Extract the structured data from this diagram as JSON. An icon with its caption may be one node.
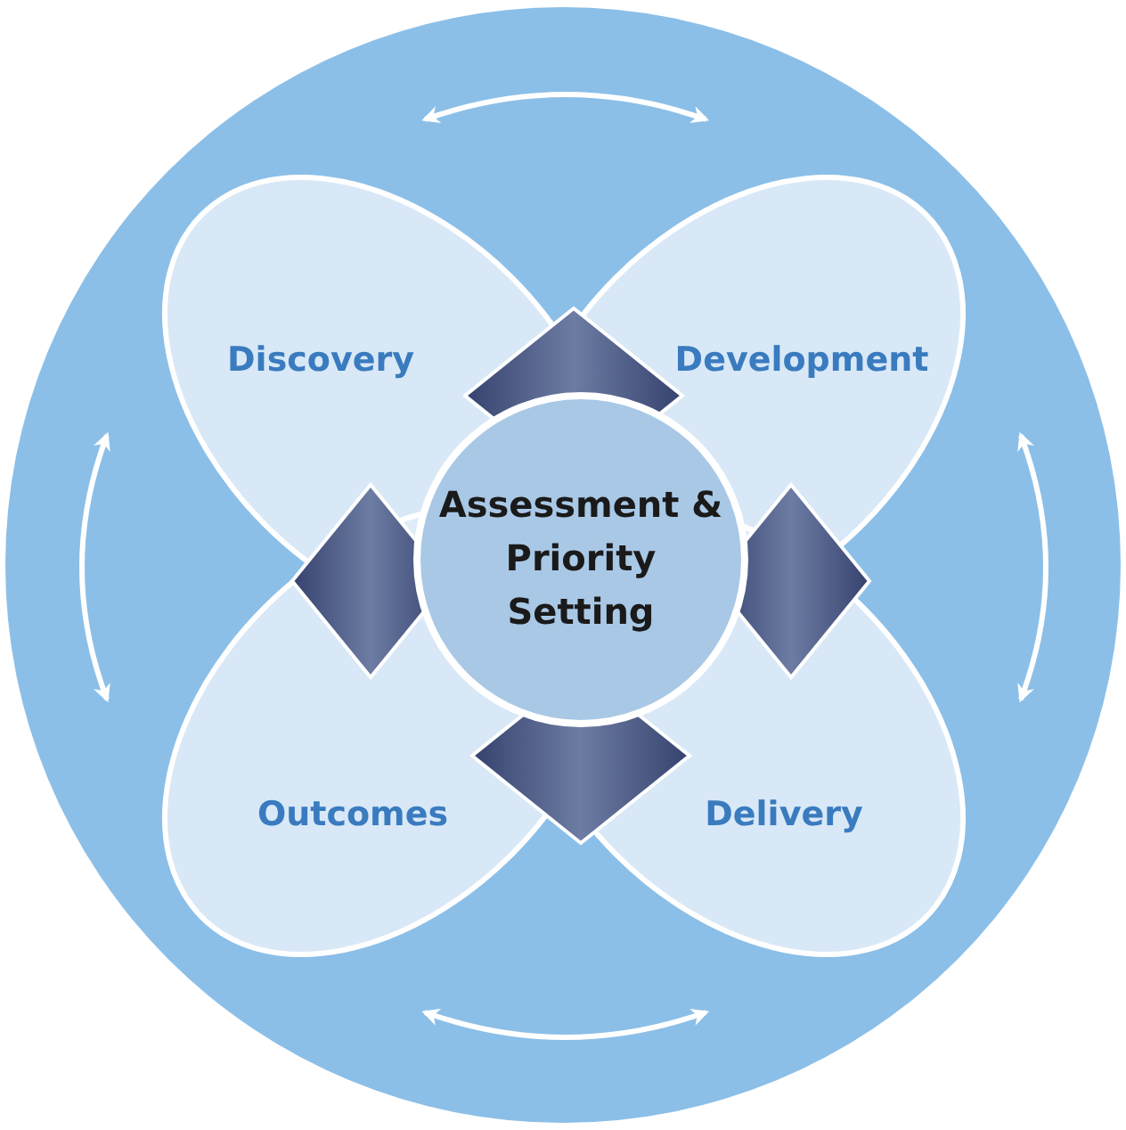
{
  "diagram": {
    "nodes": [
      {
        "text": [],
        "shape": "circle"
      },
      {
        "text": [
          "Discovery"
        ],
        "in": 0
      },
      {
        "text": [
          "Development"
        ],
        "in": 0
      },
      {
        "text": [
          "Assessment & Priority Setting"
        ],
        "in": 0
      },
      {
        "text": [
          "Outcomes"
        ],
        "in": 0
      },
      {
        "text": [
          "Delivery"
        ],
        "in": 0
      },
      {
        "text": [],
        "shape": "diamond",
        "in": 0
      },
      {
        "text": [],
        "shape": "diamond",
        "in": 0
      },
      {
        "text": [],
        "shape": "diamond",
        "in": 0
      },
      {
        "text": [],
        "shape": "diamond",
        "in": 0
      }
    ],
    "edges": [
      {
        "from": 1,
        "to": 2,
        "arrow": "both"
      },
      {
        "from": 2,
        "to": 5,
        "arrow": "both"
      },
      {
        "from": 5,
        "to": 4,
        "arrow": "both"
      },
      {
        "from": 4,
        "to": 1,
        "arrow": "both"
      }
    ]
  }
}
